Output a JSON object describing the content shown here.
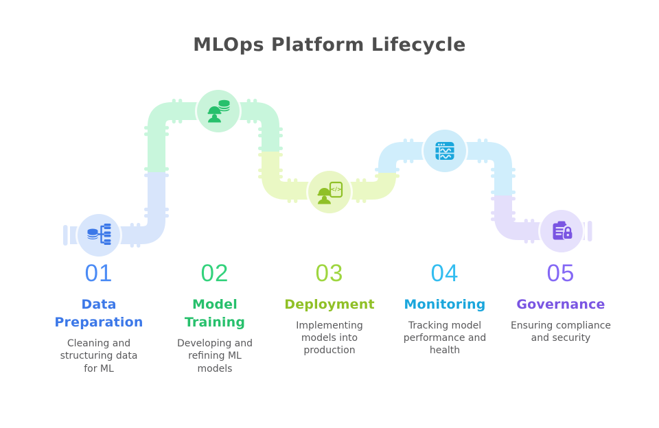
{
  "title": "MLOps Platform Lifecycle",
  "title_color": "#4d4d4d",
  "background_color": "#ffffff",
  "description_color": "#58585a",
  "stages": [
    {
      "number": "01",
      "name": "Data\nPreparation",
      "description": "Cleaning and\nstructuring data\nfor ML",
      "accent_color": "#3c78e8",
      "number_color": "#4b8bf5",
      "pipe_color": "#d8e5fb",
      "node_color": "#d8e6fc",
      "icon": "database-branch-icon"
    },
    {
      "number": "02",
      "name": "Model\nTraining",
      "description": "Developing and\nrefining ML\nmodels",
      "accent_color": "#27c06c",
      "number_color": "#33d27c",
      "pipe_color": "#c8f6dc",
      "node_color": "#c9f4da",
      "icon": "engineer-database-icon"
    },
    {
      "number": "03",
      "name": "Deployment",
      "description": "Implementing\nmodels into\nproduction",
      "accent_color": "#90c027",
      "number_color": "#9ed63f",
      "pipe_color": "#eaf8c4",
      "node_color": "#e9f6c4",
      "icon": "engineer-code-file-icon"
    },
    {
      "number": "04",
      "name": "Monitoring",
      "description": "Tracking model\nperformance and\nhealth",
      "accent_color": "#1aa6dc",
      "number_color": "#33bdf0",
      "pipe_color": "#d0eefc",
      "node_color": "#cdecfa",
      "icon": "dashboard-waveform-icon"
    },
    {
      "number": "05",
      "name": "Governance",
      "description": "Ensuring compliance\nand security",
      "accent_color": "#7a55e2",
      "number_color": "#8468f5",
      "pipe_color": "#e4dffb",
      "node_color": "#e6e1fc",
      "icon": "clipboard-lock-icon"
    }
  ]
}
